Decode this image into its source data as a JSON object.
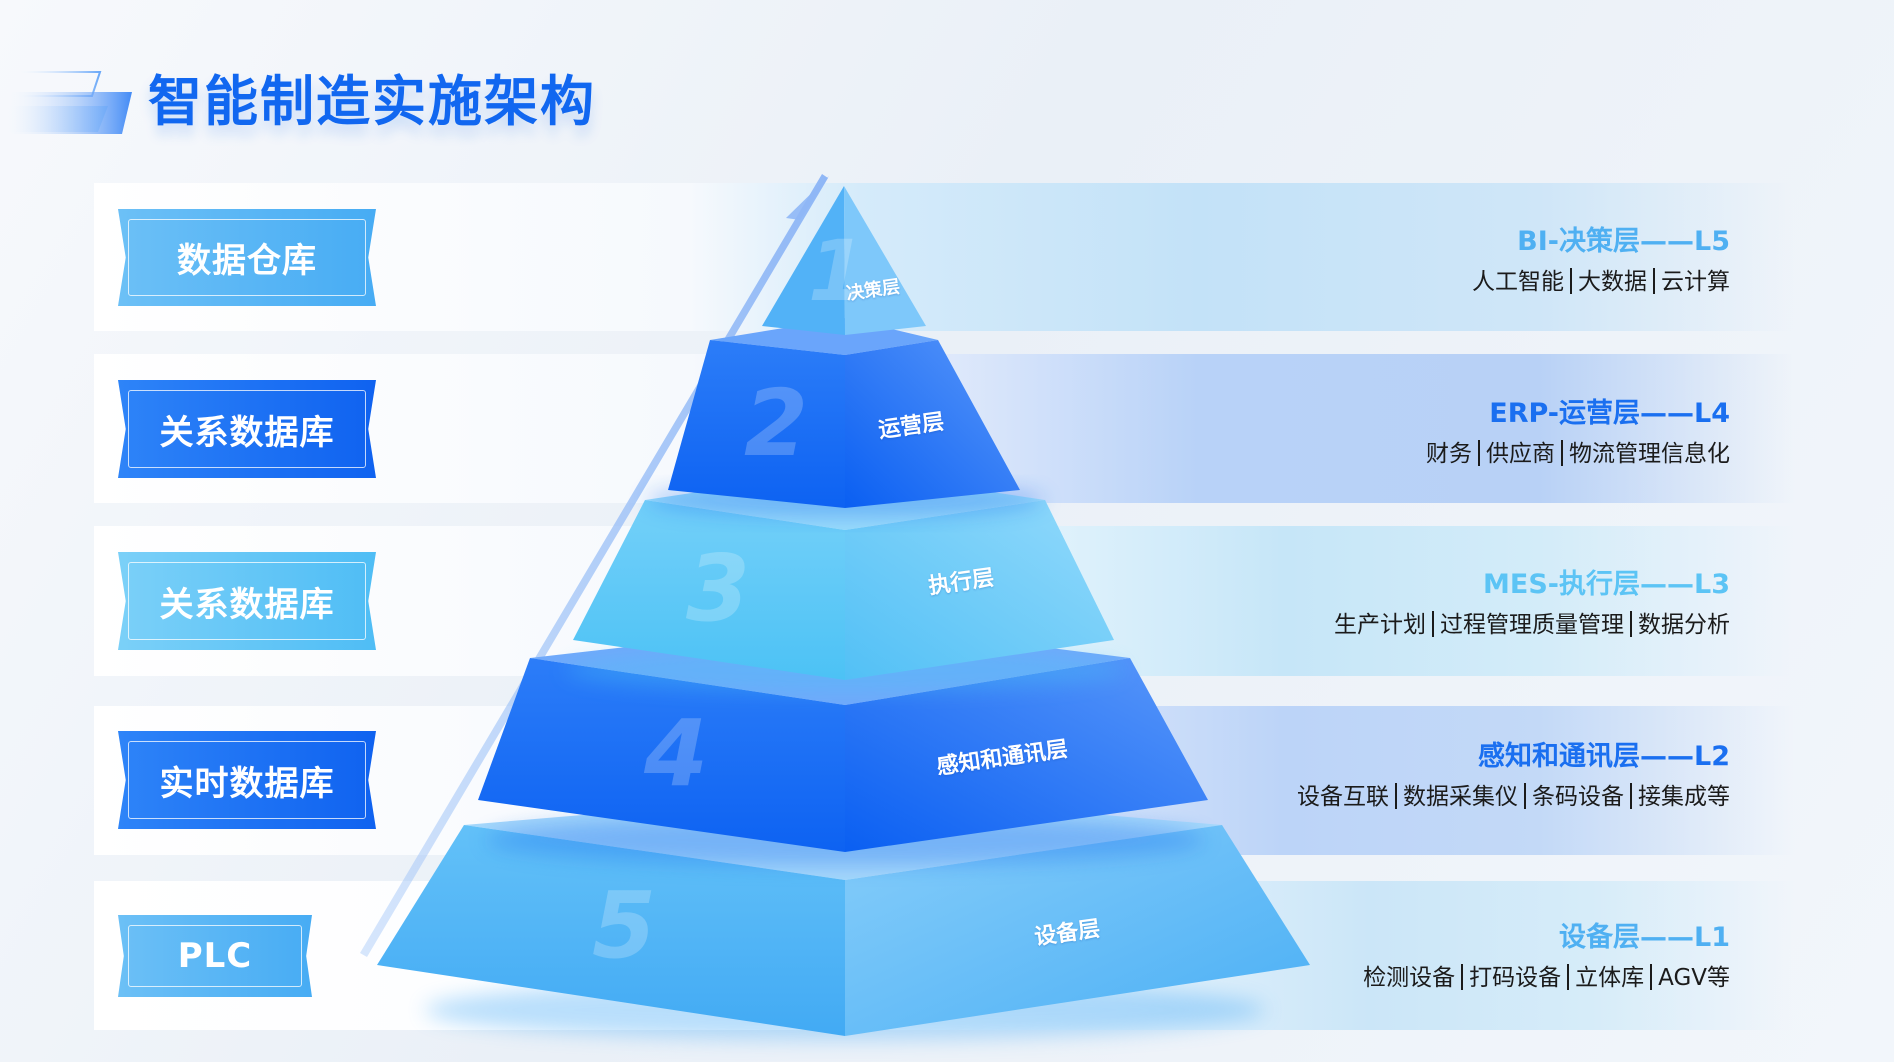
{
  "header": {
    "title": "智能制造实施架构",
    "accent_color": "#1167f0"
  },
  "rows": [
    {
      "badge": "数据仓库",
      "badge_style": "light",
      "tier_number": "1",
      "tier_label": "决策层",
      "right_title": "BI-决策层——L5",
      "right_title_color": "#4fb0f2",
      "right_items": [
        "人工智能",
        "大数据",
        "云计算"
      ]
    },
    {
      "badge": "关系数据库",
      "badge_style": "dark",
      "tier_number": "2",
      "tier_label": "运营层",
      "right_title": "ERP-运营层——L4",
      "right_title_color": "#1a6ff0",
      "right_items": [
        "财务",
        "供应商",
        "物流管理信息化"
      ]
    },
    {
      "badge": "关系数据库",
      "badge_style": "light",
      "tier_number": "3",
      "tier_label": "执行层",
      "right_title": "MES-执行层——L3",
      "right_title_color": "#5cc4f5",
      "right_items": [
        "生产计划",
        "过程管理质量管理",
        "数据分析"
      ]
    },
    {
      "badge": "实时数据库",
      "badge_style": "dark",
      "tier_number": "4",
      "tier_label": "感知和通讯层",
      "right_title": "感知和通讯层——L2",
      "right_title_color": "#1a6ff0",
      "right_items": [
        "设备互联",
        "数据采集仪",
        "条码设备",
        "接集成等"
      ]
    },
    {
      "badge": "PLC",
      "badge_style": "light",
      "tier_number": "5",
      "tier_label": "设备层",
      "right_title": "设备层——L1",
      "right_title_color": "#4fb0f2",
      "right_items": [
        "检测设备",
        "打码设备",
        "立体库",
        "AGV等"
      ]
    }
  ],
  "icons": {
    "title_decoration": "stacked-parallelogram-bars",
    "pyramid_arrow": "upward-arrow-line"
  }
}
